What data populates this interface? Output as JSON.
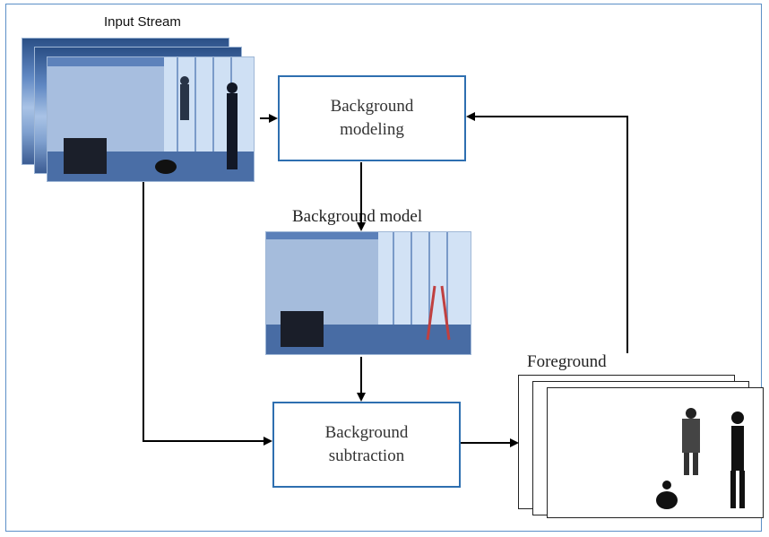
{
  "diagram": {
    "input_label": "Input Stream",
    "modeling_line1": "Background",
    "modeling_line2": "modeling",
    "model_label": "Background model",
    "subtraction_line1": "Background",
    "subtraction_line2": "subtraction",
    "foreground_label": "Foreground"
  },
  "colors": {
    "box_border": "#2e6fb0",
    "frame_border": "#5b8fc7",
    "arrow": "#000000"
  }
}
